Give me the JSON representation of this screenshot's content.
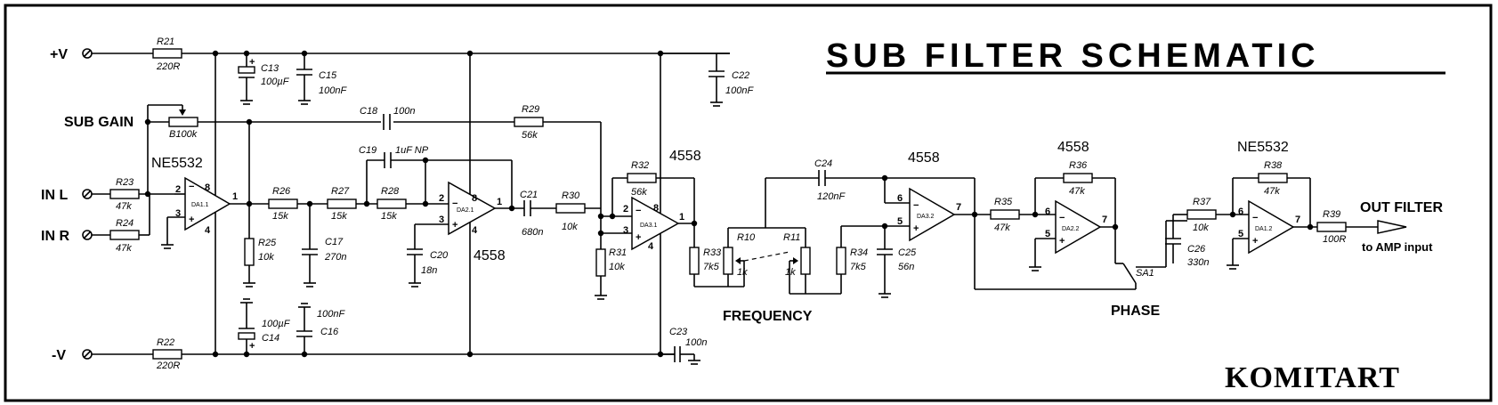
{
  "title": "SUB  FILTER  SCHEMATIC",
  "brand": "KOMITART",
  "rails": {
    "pos": "+V",
    "neg": "-V"
  },
  "inputs": {
    "left": "IN L",
    "right": "IN R",
    "gain": "SUB GAIN"
  },
  "output": {
    "label": "OUT FILTER",
    "sub": "to AMP input"
  },
  "controls": {
    "frequency": "FREQUENCY",
    "phase": "PHASE",
    "switch": "SA1"
  },
  "chips": {
    "u1": "NE5532",
    "u2": "4558",
    "u3": "4558",
    "u4": "4558",
    "u5": "4558",
    "u6": "NE5532"
  },
  "amps": {
    "a1": "DA1.1",
    "a2": "DA2.1",
    "a3": "DA3.1",
    "a4": "DA3.2",
    "a5": "DA2.2",
    "a6": "DA1.2"
  },
  "parts": {
    "R21": "R21",
    "R21v": "220R",
    "R22": "R22",
    "R22v": "220R",
    "C13": "C13",
    "C13v": "100µF",
    "C15": "C15",
    "C15v": "100nF",
    "C14": "C14",
    "C14v": "100µF",
    "C16": "C16",
    "C16v": "100nF",
    "C22": "C22",
    "C22v": "100nF",
    "C23": "C23",
    "C23v": "100n",
    "Pot": "B100k",
    "C18": "C18",
    "C18v": "100n",
    "R29": "R29",
    "R29v": "56k",
    "C19": "C19",
    "C19v": "1uF NP",
    "R23": "R23",
    "R23v": "47k",
    "R24": "R24",
    "R24v": "47k",
    "R25": "R25",
    "R25v": "10k",
    "R26": "R26",
    "R26v": "15k",
    "R27": "R27",
    "R27v": "15k",
    "R28": "R28",
    "R28v": "15k",
    "C17": "C17",
    "C17v": "270n",
    "C20": "C20",
    "C20v": "18n",
    "C21": "C21",
    "C21v": "680n",
    "R30": "R30",
    "R30v": "10k",
    "R31": "R31",
    "R31v": "10k",
    "R32": "R32",
    "R32v": "56k",
    "R33": "R33",
    "R33v": "7k5",
    "R10": "R10",
    "R10v": "1k",
    "R11": "R11",
    "R11v": "1k",
    "R34": "R34",
    "R34v": "7k5",
    "C24": "C24",
    "C24v": "120nF",
    "C25": "C25",
    "C25v": "56n",
    "R35": "R35",
    "R35v": "47k",
    "R36": "R36",
    "R36v": "47k",
    "R37": "R37",
    "R37v": "10k",
    "R38": "R38",
    "R38v": "47k",
    "R39": "R39",
    "R39v": "100R",
    "C26": "C26",
    "C26v": "330n"
  },
  "pins": {
    "p1": "1",
    "p2": "2",
    "p3": "3",
    "p4": "4",
    "p5": "5",
    "p6": "6",
    "p7": "7",
    "p8": "8"
  }
}
